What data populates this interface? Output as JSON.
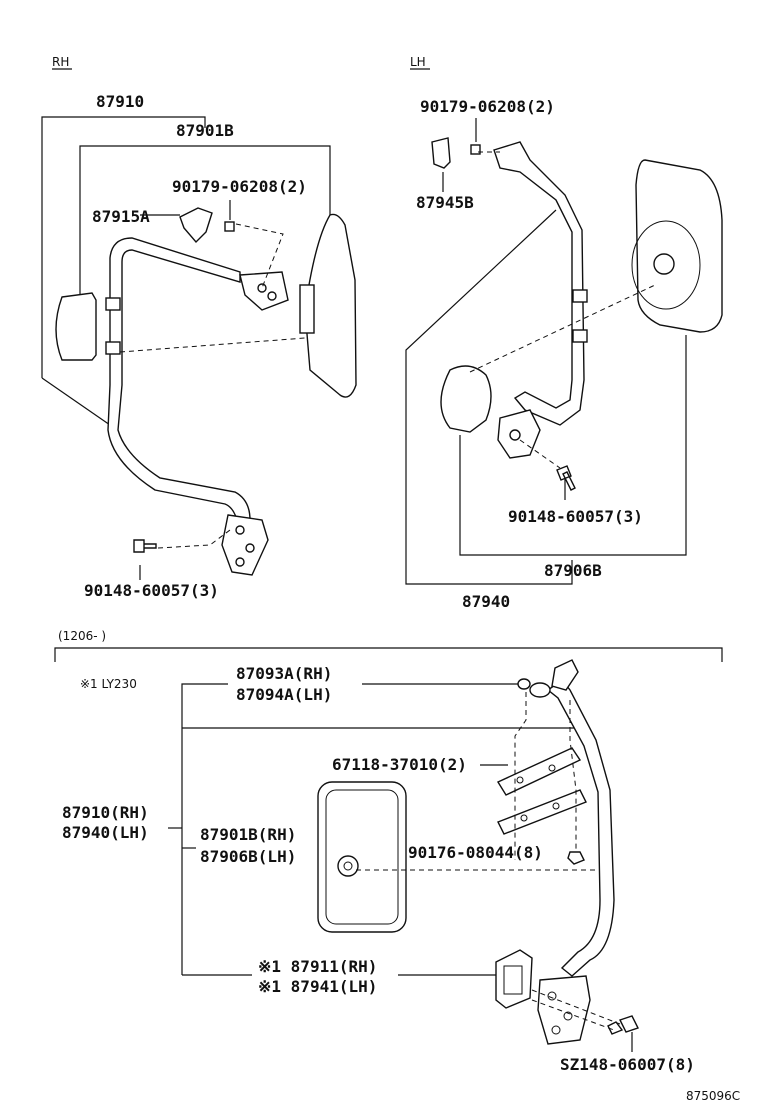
{
  "sections": {
    "rh": "RH",
    "lh": "LH",
    "bottom_range": "(1206-      )",
    "note": "※1 LY230"
  },
  "labels": {
    "rh_87910": "87910",
    "rh_87901B": "87901B",
    "rh_90179": "90179-06208(2)",
    "rh_87915A": "87915A",
    "rh_90148": "90148-60057(3)",
    "lh_90179": "90179-06208(2)",
    "lh_87945B": "87945B",
    "lh_90148": "90148-60057(3)",
    "lh_87906B": "87906B",
    "lh_87940": "87940",
    "b_87093A": "87093A(RH)",
    "b_87094A": "87094A(LH)",
    "b_67118": "67118-37010(2)",
    "b_87910": "87910(RH)",
    "b_87940": "87940(LH)",
    "b_87901B": "87901B(RH)",
    "b_87906B": "87906B(LH)",
    "b_90176": "90176-08044(8)",
    "b_87911": "※1 87911(RH)",
    "b_87941": "※1 87941(LH)",
    "b_SZ148": "SZ148-06007(8)",
    "figure_code": "875096C"
  }
}
